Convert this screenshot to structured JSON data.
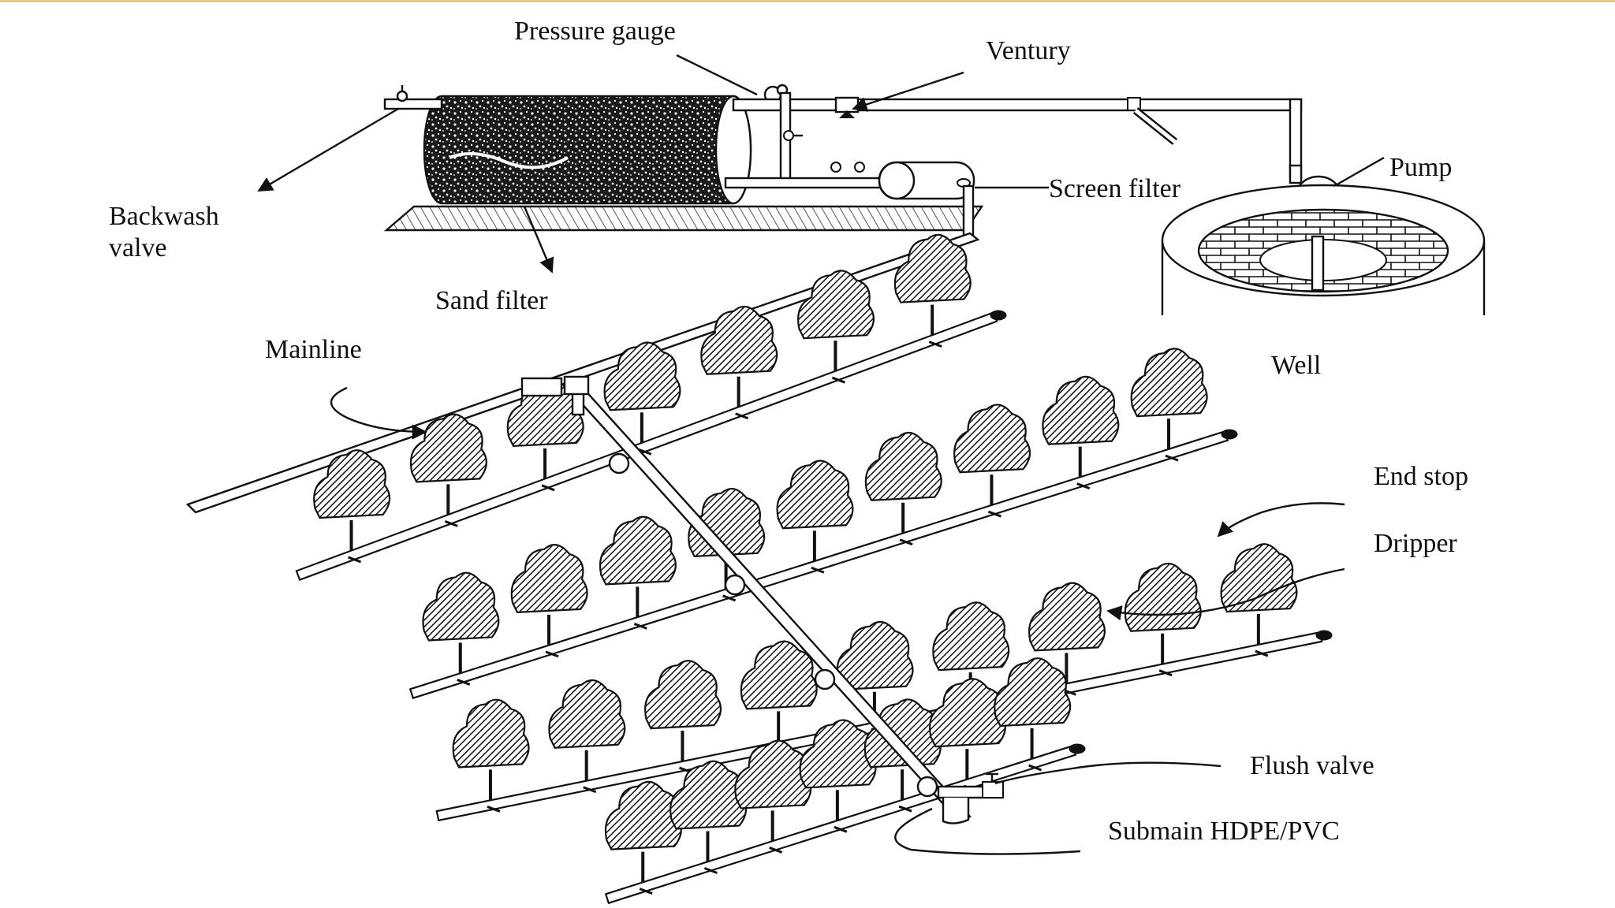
{
  "labels": {
    "pressure_gauge": "Pressure gauge",
    "ventury": "Ventury",
    "pump": "Pump",
    "backwash_line1": "Backwash",
    "backwash_line2": "valve",
    "screen_filter": "Screen filter",
    "sand_filter": "Sand filter",
    "mainline": "Mainline",
    "well": "Well",
    "end_stop": "End stop",
    "dripper": "Dripper",
    "flush_valve": "Flush valve",
    "submain": "Submain HDPE/PVC"
  },
  "colors": {
    "ink": "#111111",
    "border": "#e3c98a",
    "background": "#ffffff"
  },
  "trees_per_lateral": [
    7,
    9,
    9,
    7
  ]
}
